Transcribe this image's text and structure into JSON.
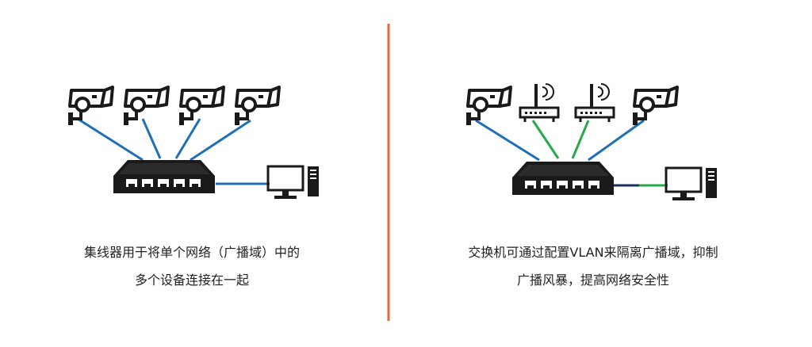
{
  "colors": {
    "hub_link": "#1f6fb8",
    "vlan_link": "#2aa84a",
    "pc_link_dark": "#1b2f5e",
    "divider": "#e06a3b",
    "device": "#1a1a1a"
  },
  "left_panel": {
    "devices": [
      "camera-icon",
      "camera-icon",
      "camera-icon",
      "camera-icon",
      "hub-icon",
      "computer-icon"
    ],
    "caption_line1": "集线器用于将单个网络（广播域）中的",
    "caption_line2": "多个设备连接在一起"
  },
  "right_panel": {
    "devices": [
      "camera-icon",
      "router-icon",
      "router-icon",
      "camera-icon",
      "switch-icon",
      "computer-icon"
    ],
    "caption_line1": "交换机可通过配置VLAN来隔离广播域，抑制",
    "caption_line2": "广播风暴，提高网络安全性"
  }
}
